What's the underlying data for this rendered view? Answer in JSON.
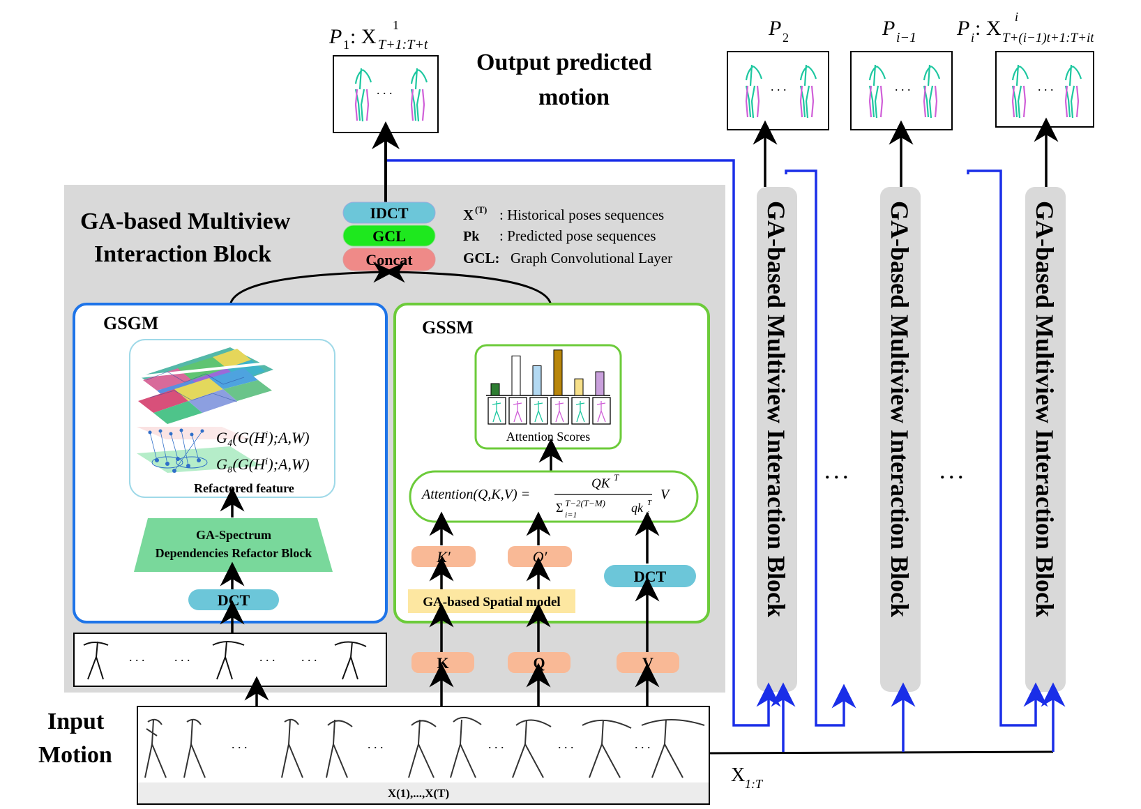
{
  "block": {
    "title_line1": "GA-based Multiview",
    "title_line2": "Interaction Block"
  },
  "output": {
    "title_line1": "Output predicted",
    "title_line2": "motion",
    "p1_label": "P",
    "p1_sub": "1",
    "p1_rest": ": X",
    "p1_sup": "1",
    "p1_range": "T+1:T+t",
    "p2_label": "P",
    "p2_sub": "2",
    "pim1_label": "P",
    "pim1_sub": "i−1",
    "pi_label": "P",
    "pi_sub": "i",
    "pi_rest": ": X",
    "pi_sup": "i",
    "pi_range": "T+(i−1)t+1:T+it",
    "ellipsis": ". . ."
  },
  "stack": {
    "idct": "IDCT",
    "gcl": "GCL",
    "concat": "Concat"
  },
  "legend": {
    "row1_key": "X",
    "row1_sup": "(T)",
    "row1_text": ": Historical poses sequences",
    "row2_key": "Pk",
    "row2_text": ":  Predicted pose sequences",
    "row3_key": "GCL:",
    "row3_text": "Graph Convolutional Layer"
  },
  "gsgm": {
    "title": "GSGM",
    "g4_label": "G₄(G(Hⁱ);A,W)",
    "g8_label": "G₈(G(Hⁱ);A,W)",
    "refactored": "Refactored  feature",
    "refactor_block_line1": "GA-Spectrum",
    "refactor_block_line2": "Dependencies Refactor Block",
    "dct": "DCT"
  },
  "gssm": {
    "title": "GSSM",
    "attention_scores": "Attention Scores",
    "attention_lhs": "Attention(Q,K,V) =",
    "attention_num": "QK",
    "attention_num_sup": "T",
    "attention_den": "Σ",
    "attention_den_range": "T−2(T−M)",
    "attention_den_start": "i=1",
    "attention_den_rest": "qk",
    "attention_den_sub": "i",
    "attention_den_sup": "T",
    "attention_v": "V",
    "k_prime": "K′",
    "q_prime": "Q′",
    "dct": "DCT",
    "spatial_model": "GA-based Spatial model",
    "k": "K",
    "q": "Q",
    "v": "V",
    "bar_colors": [
      "#2e7d32",
      "#ffffff",
      "#b3d9f2",
      "#b8860b",
      "#f7e08a",
      "#c9a0dc"
    ],
    "bar_values": [
      0.3,
      1.0,
      0.75,
      1.15,
      0.42,
      0.6
    ]
  },
  "right_blocks": {
    "label": "GA-based Multiview Interaction Block",
    "ellipsis": ". . ."
  },
  "input": {
    "title_line1": "Input",
    "title_line2": "Motion",
    "seq_label": "X(1),...,X(T)",
    "ellipsis": ". . .",
    "x1t": "X",
    "x1t_sub": "1:T"
  },
  "colors": {
    "panel_gray": "#d9d9d9",
    "gsgm_border": "#1e74e8",
    "gssm_border": "#6ccb3a",
    "idct_fill": "#6cc6d9",
    "gcl_fill": "#1ee81e",
    "concat_fill": "#ef8a88",
    "dct_fill": "#6cc6d9",
    "kqv_fill": "#f9b996",
    "spatial_fill": "#fde7a1",
    "refactor_fill": "#79d89b",
    "blue_line": "#1a2ee8",
    "pose_cyan": "#1ec7a0",
    "pose_magenta": "#d060d8"
  }
}
